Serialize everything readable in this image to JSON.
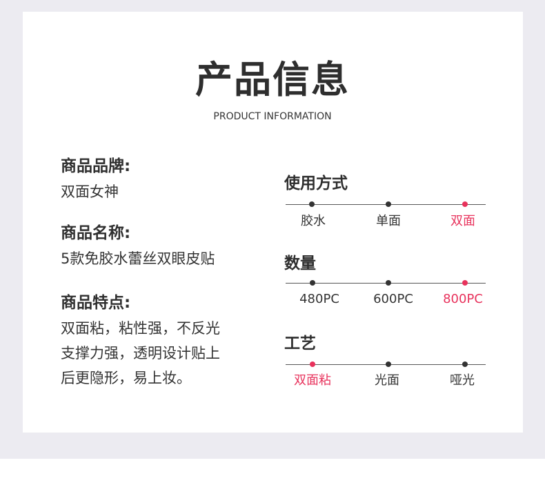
{
  "header": {
    "title": "产品信息",
    "subtitle": "PRODUCT INFORMATION"
  },
  "info": {
    "brand_label": "商品品牌:",
    "brand_value": "双面女神",
    "name_label": "商品名称:",
    "name_value": "5款免胶水蕾丝双眼皮贴",
    "features_label": "商品特点:",
    "features_lines": [
      "双面粘，粘性强，不反光",
      "支撑力强，透明设计贴上",
      "后更隐形，易上妆。"
    ]
  },
  "options": {
    "usage": {
      "title": "使用方式",
      "items": [
        "胶水",
        "单面",
        "双面"
      ],
      "selected_index": 2
    },
    "quantity": {
      "title": "数量",
      "items": [
        "480PC",
        "600PC",
        "800PC"
      ],
      "selected_index": 2
    },
    "craft": {
      "title": "工艺",
      "items": [
        "双面粘",
        "光面",
        "哑光"
      ],
      "selected_index": 0
    }
  },
  "colors": {
    "accent": "#e8325c",
    "text": "#333333",
    "background_band": "#ecebf1"
  }
}
